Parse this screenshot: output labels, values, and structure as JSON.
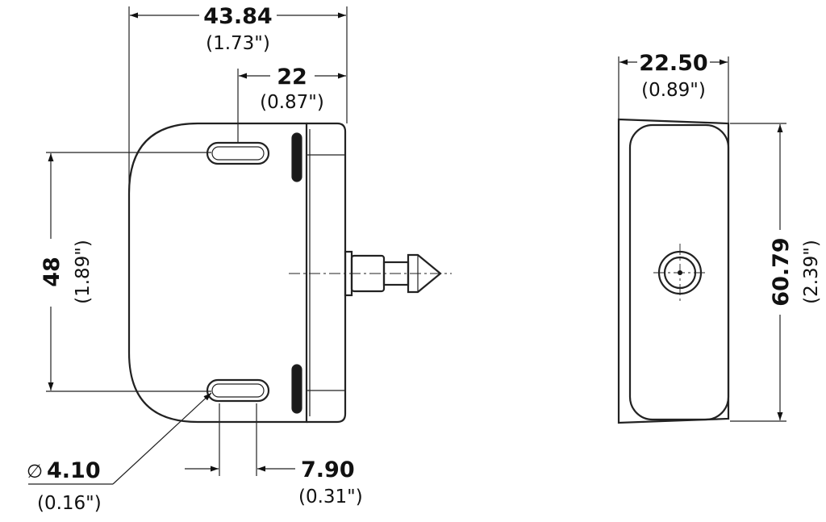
{
  "dimensions": {
    "width_total": {
      "value": "43.84",
      "imperial": "(1.73\")"
    },
    "slot_offset": {
      "value": "22",
      "imperial": "(0.87\")"
    },
    "slot_pitch": {
      "value": "48",
      "imperial": "(1.89\")"
    },
    "hole_diameter": {
      "symbol": "∅",
      "value": "4.10",
      "imperial": "(0.16\")"
    },
    "slot_length": {
      "value": "7.90",
      "imperial": "(0.31\")"
    },
    "side_width": {
      "value": "22.50",
      "imperial": "(0.89\")"
    },
    "side_height": {
      "value": "60.79",
      "imperial": "(2.39\")"
    }
  },
  "colors": {
    "line": "#222222",
    "text": "#111111",
    "background": "#ffffff"
  }
}
